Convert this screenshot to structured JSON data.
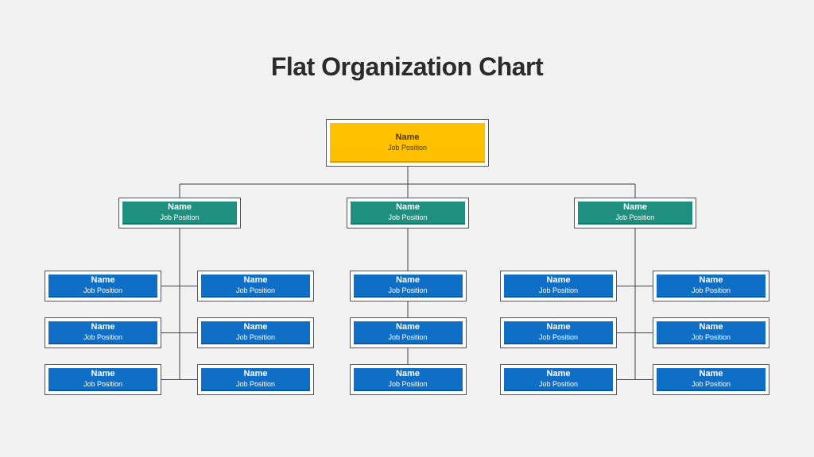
{
  "title": "Flat Organization Chart",
  "colors": {
    "top": "#ffc000",
    "manager": "#1f9080",
    "staff": "#0f6fc6",
    "line": "#444444"
  },
  "top": {
    "name": "Name",
    "position": "Job Position"
  },
  "managers": [
    {
      "name": "Name",
      "position": "Job Position"
    },
    {
      "name": "Name",
      "position": "Job Position"
    },
    {
      "name": "Name",
      "position": "Job Position"
    }
  ],
  "staff": [
    [
      {
        "name": "Name",
        "position": "Job Position"
      },
      {
        "name": "Name",
        "position": "Job Position"
      },
      {
        "name": "Name",
        "position": "Job Position"
      },
      {
        "name": "Name",
        "position": "Job Position"
      },
      {
        "name": "Name",
        "position": "Job Position"
      },
      {
        "name": "Name",
        "position": "Job Position"
      }
    ],
    [
      {
        "name": "Name",
        "position": "Job Position"
      },
      {
        "name": "Name",
        "position": "Job Position"
      },
      {
        "name": "Name",
        "position": "Job Position"
      }
    ],
    [
      {
        "name": "Name",
        "position": "Job Position"
      },
      {
        "name": "Name",
        "position": "Job Position"
      },
      {
        "name": "Name",
        "position": "Job Position"
      },
      {
        "name": "Name",
        "position": "Job Position"
      },
      {
        "name": "Name",
        "position": "Job Position"
      },
      {
        "name": "Name",
        "position": "Job Position"
      }
    ]
  ]
}
